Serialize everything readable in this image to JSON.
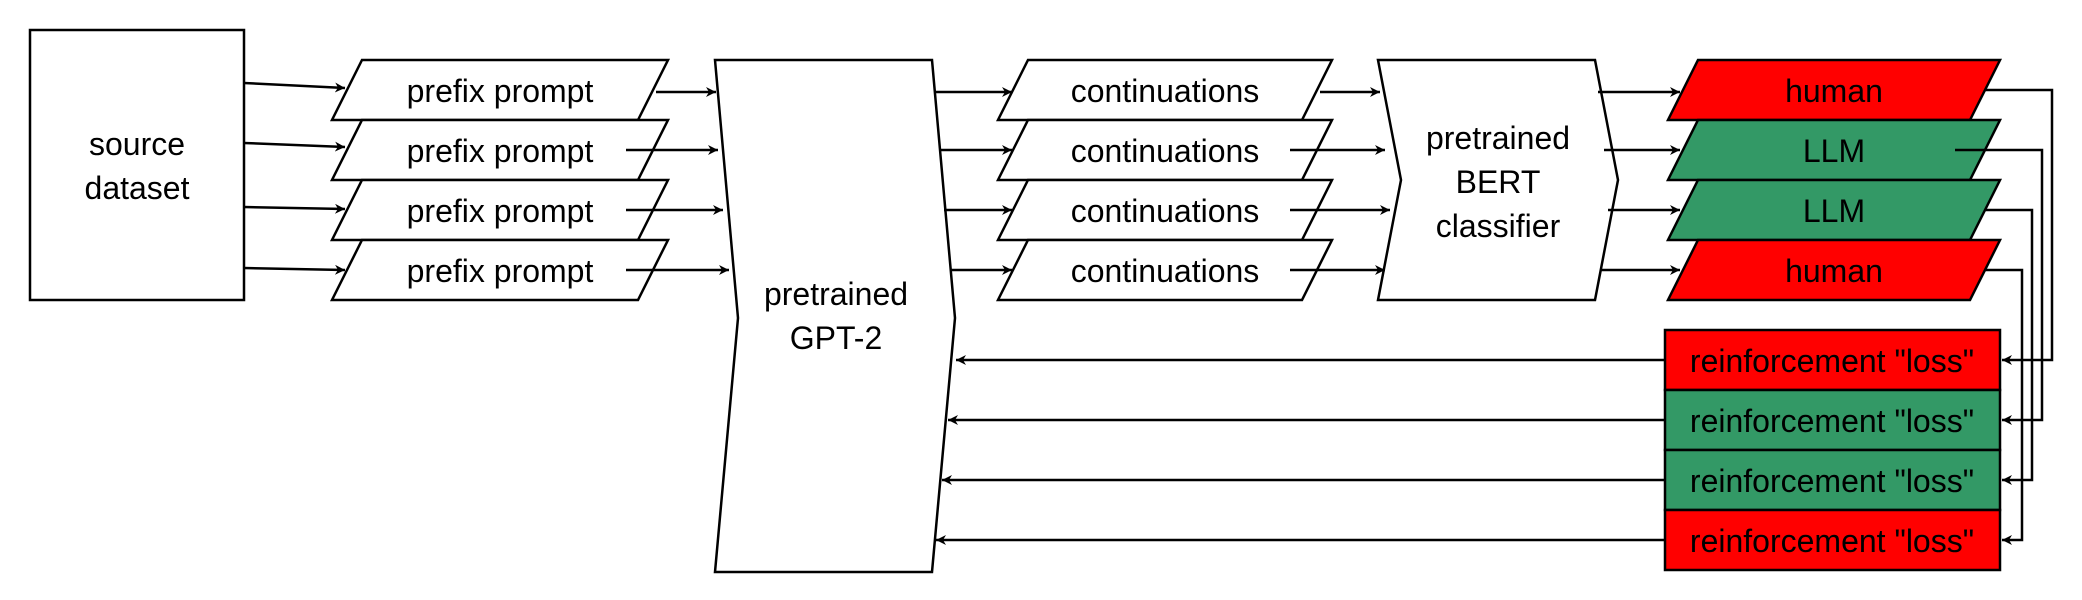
{
  "colors": {
    "human": "#ff0000",
    "llm": "#339966"
  },
  "nodes": {
    "source": [
      "source",
      "dataset"
    ],
    "prompts": [
      "prefix prompt",
      "prefix prompt",
      "prefix prompt",
      "prefix prompt"
    ],
    "gpt2": [
      "pretrained",
      "GPT-2"
    ],
    "continuations": [
      "continuations",
      "continuations",
      "continuations",
      "continuations"
    ],
    "bert": [
      "pretrained",
      "BERT",
      "classifier"
    ],
    "labels": [
      "human",
      "LLM",
      "LLM",
      "human"
    ],
    "losses": [
      "reinforcement \"loss\"",
      "reinforcement \"loss\"",
      "reinforcement \"loss\"",
      "reinforcement \"loss\""
    ]
  }
}
